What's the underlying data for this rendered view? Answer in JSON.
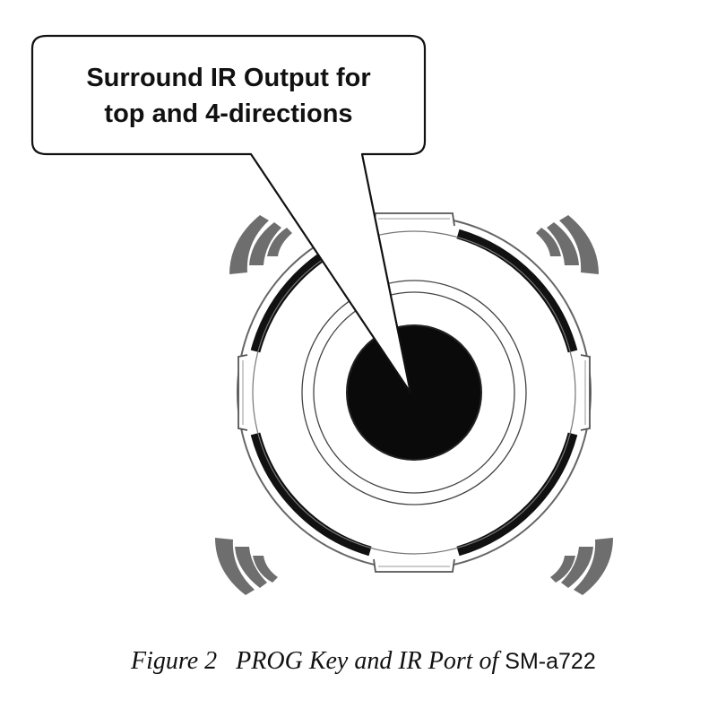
{
  "callout": {
    "line1": "Surround IR Output for",
    "line2": "top and 4-directions"
  },
  "caption": {
    "figure_label": "Figure 2",
    "title": "PROG Key and IR Port of",
    "model": "SM-a722"
  },
  "colors": {
    "ink": "#111111",
    "wave": "#6e6e6e",
    "outline": "#555555"
  }
}
